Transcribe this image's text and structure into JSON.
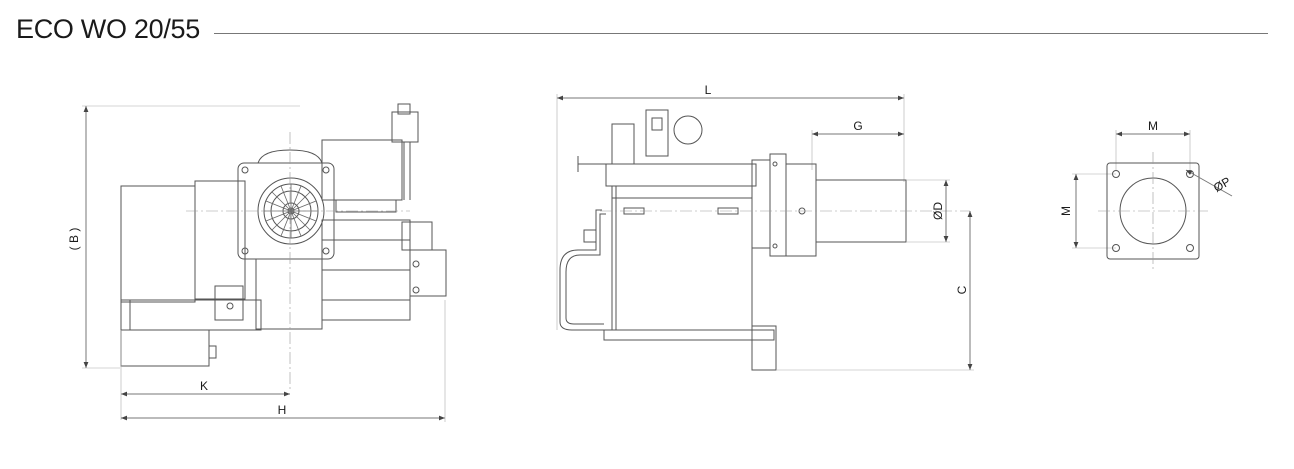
{
  "title": "ECO WO 20/55",
  "dimensions": {
    "B": "( B )",
    "K": "K",
    "H": "H",
    "L": "L",
    "G": "G",
    "D": "ØD",
    "C": "C",
    "M_top": "M",
    "M_side": "M",
    "P": "ØP"
  },
  "colors": {
    "line": "#555555",
    "text": "#1a1a1a"
  }
}
